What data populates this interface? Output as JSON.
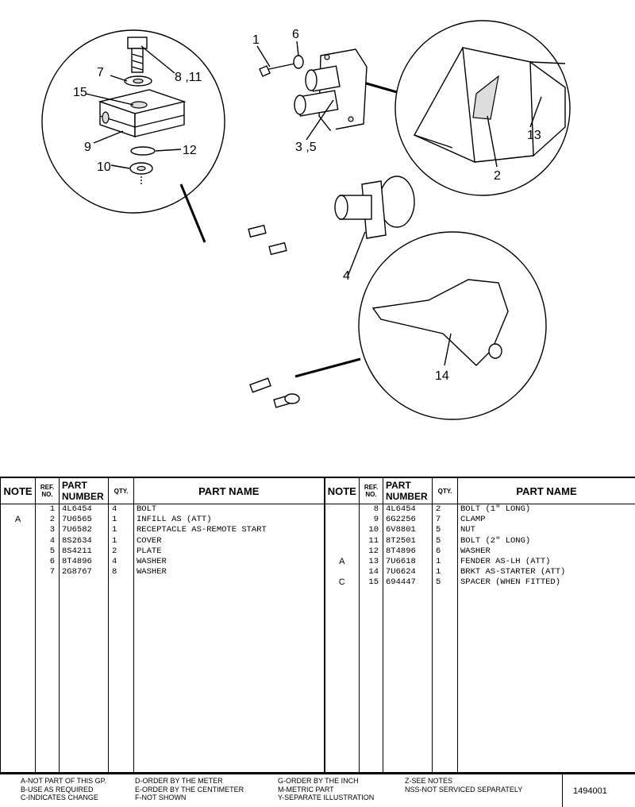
{
  "callouts": {
    "c1": "1",
    "c6": "6",
    "c7": "7",
    "c8_11": "8 ,11",
    "c15": "15",
    "c9": "9",
    "c12": "12",
    "c10": "10",
    "c3_5": "3 ,5",
    "c13": "13",
    "c2": "2",
    "c4": "4",
    "c14": "14"
  },
  "table": {
    "headers": {
      "note": "NOTE",
      "ref_no": "REF. NO.",
      "part_number": "PART NUMBER",
      "qty": "QTY.",
      "part_name": "PART    NAME"
    },
    "left_rows": [
      {
        "note": "",
        "ref": "1",
        "part": "4L6454",
        "qty": "4",
        "name": "BOLT"
      },
      {
        "note": "A",
        "ref": "2",
        "part": "7U6565",
        "qty": "1",
        "name": "INFILL AS (ATT)"
      },
      {
        "note": "",
        "ref": "3",
        "part": "7U6582",
        "qty": "1",
        "name": "RECEPTACLE AS-REMOTE START"
      },
      {
        "note": "",
        "ref": "4",
        "part": "8S2634",
        "qty": "1",
        "name": "COVER"
      },
      {
        "note": "",
        "ref": "5",
        "part": "8S4211",
        "qty": "2",
        "name": "PLATE"
      },
      {
        "note": "",
        "ref": "6",
        "part": "8T4896",
        "qty": "4",
        "name": "WASHER"
      },
      {
        "note": "",
        "ref": "7",
        "part": "2G8767",
        "qty": "8",
        "name": "WASHER"
      }
    ],
    "right_rows": [
      {
        "note": "",
        "ref": "8",
        "part": "4L6454",
        "qty": "2",
        "name": "BOLT (1\" LONG)"
      },
      {
        "note": "",
        "ref": "9",
        "part": "6G2256",
        "qty": "7",
        "name": "CLAMP"
      },
      {
        "note": "",
        "ref": "10",
        "part": "6V8801",
        "qty": "5",
        "name": "NUT"
      },
      {
        "note": "",
        "ref": "11",
        "part": "8T2501",
        "qty": "5",
        "name": "BOLT (2\" LONG)"
      },
      {
        "note": "",
        "ref": "12",
        "part": "8T4896",
        "qty": "6",
        "name": "WASHER"
      },
      {
        "note": "A",
        "ref": "13",
        "part": "7U6618",
        "qty": "1",
        "name": "FENDER AS-LH (ATT)"
      },
      {
        "note": "",
        "ref": "14",
        "part": "7U6624",
        "qty": "1",
        "name": "BRKT AS-STARTER (ATT)"
      },
      {
        "note": "C",
        "ref": "15",
        "part": "694447",
        "qty": "5",
        "name": "SPACER (WHEN FITTED)"
      }
    ]
  },
  "legend": {
    "col1": [
      "A-NOT PART OF THIS GP.",
      "B-USE AS REQUIRED",
      "C-INDICATES CHANGE"
    ],
    "col2": [
      "D-ORDER BY THE METER",
      "E-ORDER BY THE CENTIMETER",
      "F-NOT SHOWN"
    ],
    "col3": [
      "G-ORDER BY THE INCH",
      "M-METRIC PART",
      "Y-SEPARATE ILLUSTRATION"
    ],
    "col4": [
      "Z-SEE NOTES",
      "NSS-NOT SERVICED SEPARATELY"
    ],
    "code": "1494001"
  }
}
